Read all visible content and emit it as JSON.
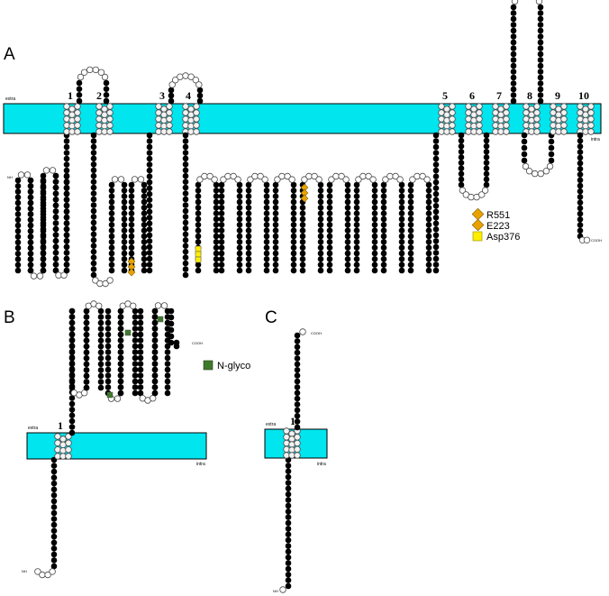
{
  "panels": {
    "A": {
      "label": "A",
      "extra_label": "extra",
      "intra_label": "intra",
      "n_terminus": "NH",
      "c_terminus": "COOH",
      "tm_numbers": [
        "1",
        "2",
        "3",
        "4",
        "5",
        "6",
        "7",
        "8",
        "9",
        "10"
      ],
      "legend": [
        {
          "label": "R551",
          "shape": "diamond",
          "color": "#e8a200"
        },
        {
          "label": "E223",
          "shape": "diamond",
          "color": "#e8a200"
        },
        {
          "label": "Asp376",
          "shape": "square",
          "color": "#ffee00"
        }
      ]
    },
    "B": {
      "label": "B",
      "extra_label": "extra",
      "intra_label": "intra",
      "n_terminus": "NH",
      "c_terminus": "COOH",
      "tm_numbers": [
        "1"
      ],
      "legend": [
        {
          "label": "N-glyco",
          "shape": "square",
          "color": "#3f7a2a"
        }
      ]
    },
    "C": {
      "label": "C",
      "extra_label": "extra",
      "intra_label": "intra",
      "n_terminus": "NH",
      "c_terminus": "COOH",
      "tm_numbers": [
        "1"
      ]
    }
  },
  "colors": {
    "membrane": "#00e5ee",
    "residue": "#ffffff",
    "orange_marker": "#e8a200",
    "yellow_marker": "#ffee00",
    "glyco_marker": "#3f7a2a"
  }
}
